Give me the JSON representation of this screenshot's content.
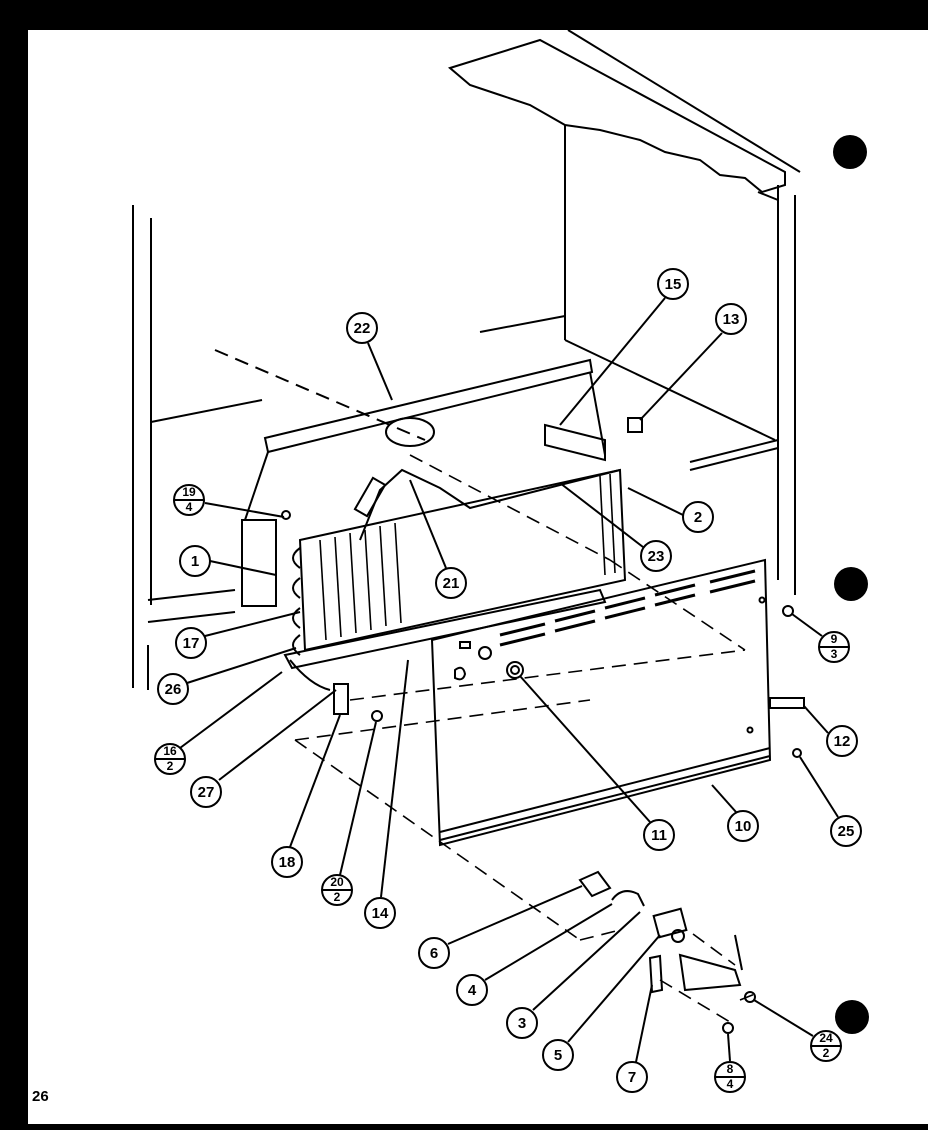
{
  "page_number": "26",
  "callouts": [
    {
      "label": "1"
    },
    {
      "label": "2"
    },
    {
      "label": "3"
    },
    {
      "label": "4"
    },
    {
      "label": "5"
    },
    {
      "label": "6"
    },
    {
      "label": "7"
    },
    {
      "label": "10"
    },
    {
      "label": "11"
    },
    {
      "label": "12"
    },
    {
      "label": "13"
    },
    {
      "label": "14"
    },
    {
      "label": "15"
    },
    {
      "label": "17"
    },
    {
      "label": "18"
    },
    {
      "label": "21"
    },
    {
      "label": "22"
    },
    {
      "label": "23"
    },
    {
      "label": "25"
    },
    {
      "label": "26"
    },
    {
      "label": "27"
    }
  ],
  "fraction_callouts": [
    {
      "top": "19",
      "bottom": "4"
    },
    {
      "top": "9",
      "bottom": "3"
    },
    {
      "top": "16",
      "bottom": "2"
    },
    {
      "top": "20",
      "bottom": "2"
    },
    {
      "top": "24",
      "bottom": "2"
    },
    {
      "top": "8",
      "bottom": "4"
    }
  ]
}
